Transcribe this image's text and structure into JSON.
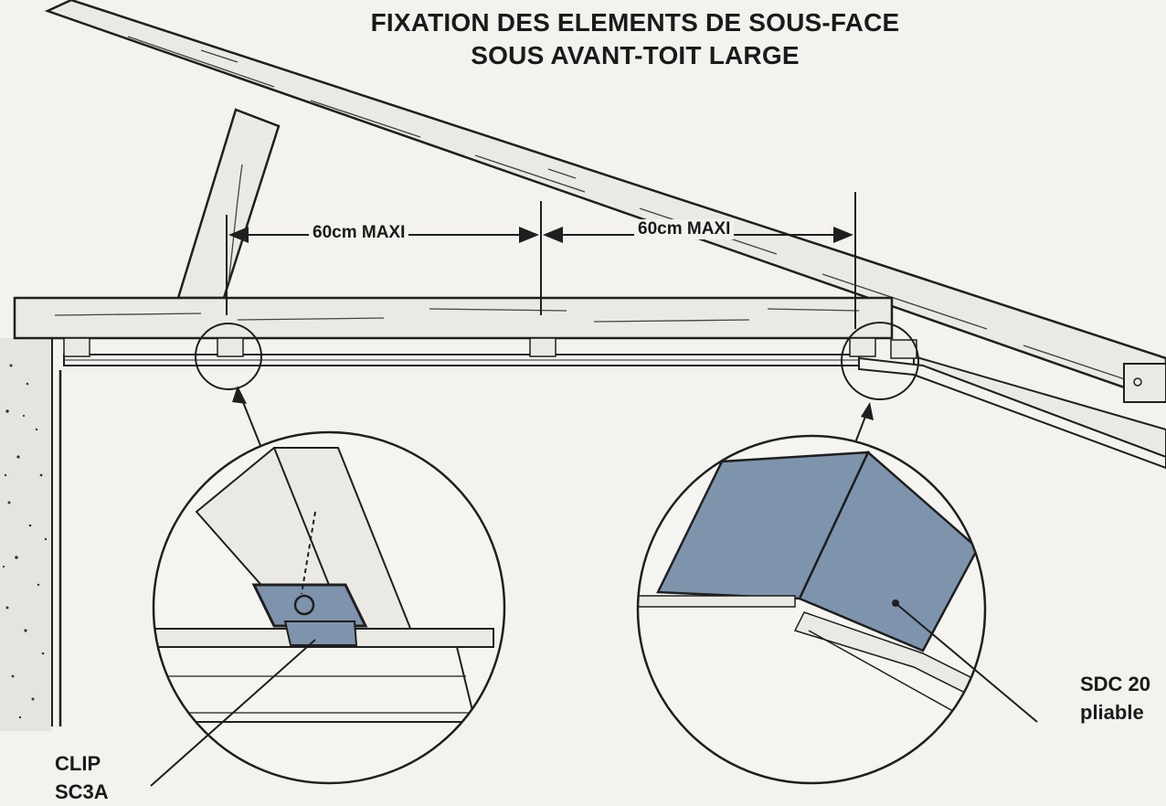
{
  "diagram": {
    "title_line1": "FIXATION DES ELEMENTS DE SOUS-FACE",
    "title_line2": "SOUS AVANT-TOIT LARGE",
    "dimensions": [
      {
        "id": "left",
        "label": "60cm MAXI"
      },
      {
        "id": "right",
        "label": "60cm MAXI"
      }
    ],
    "callouts": {
      "clip": {
        "line1": "CLIP",
        "line2": "SC3A"
      },
      "sdc": {
        "line1": "SDC 20",
        "line2": "pliable"
      }
    },
    "colors": {
      "background": "#f3f2ee",
      "wood": "#ebe9e3",
      "ink": "#1f1f1f",
      "metal_blue": "#7e94ad",
      "wall": "#e4e2dc"
    }
  }
}
